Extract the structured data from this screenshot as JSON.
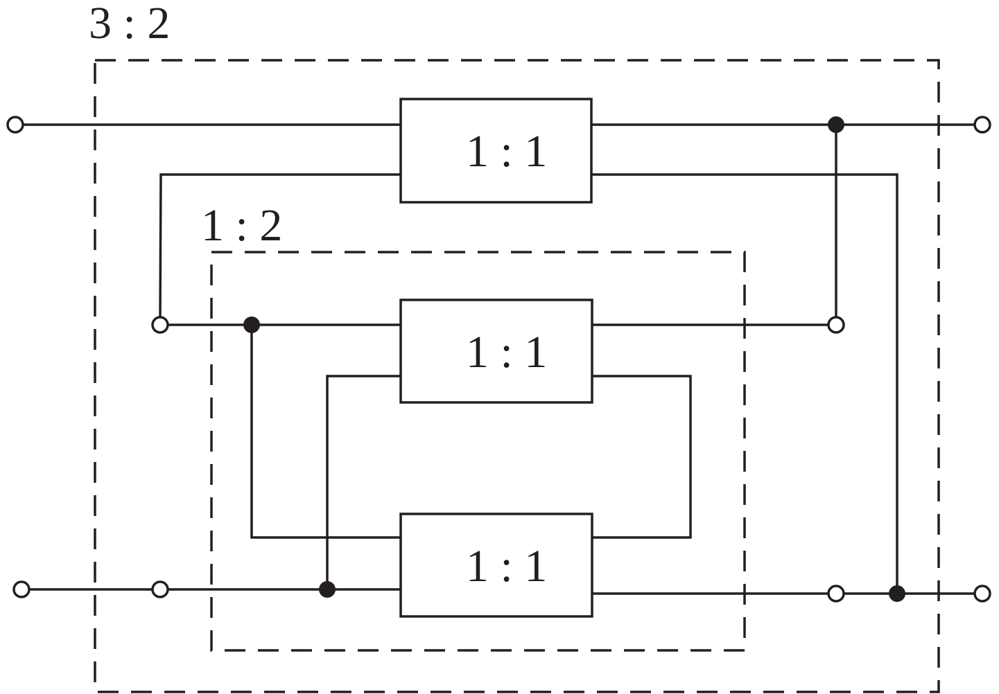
{
  "labels": {
    "outer_group": "3 : 2",
    "inner_group": "1 : 2",
    "unit_top": "1 : 1",
    "unit_middle": "1 : 1",
    "unit_bottom": "1 : 1"
  },
  "colors": {
    "line": "#231f20",
    "background": "#ffffff"
  }
}
